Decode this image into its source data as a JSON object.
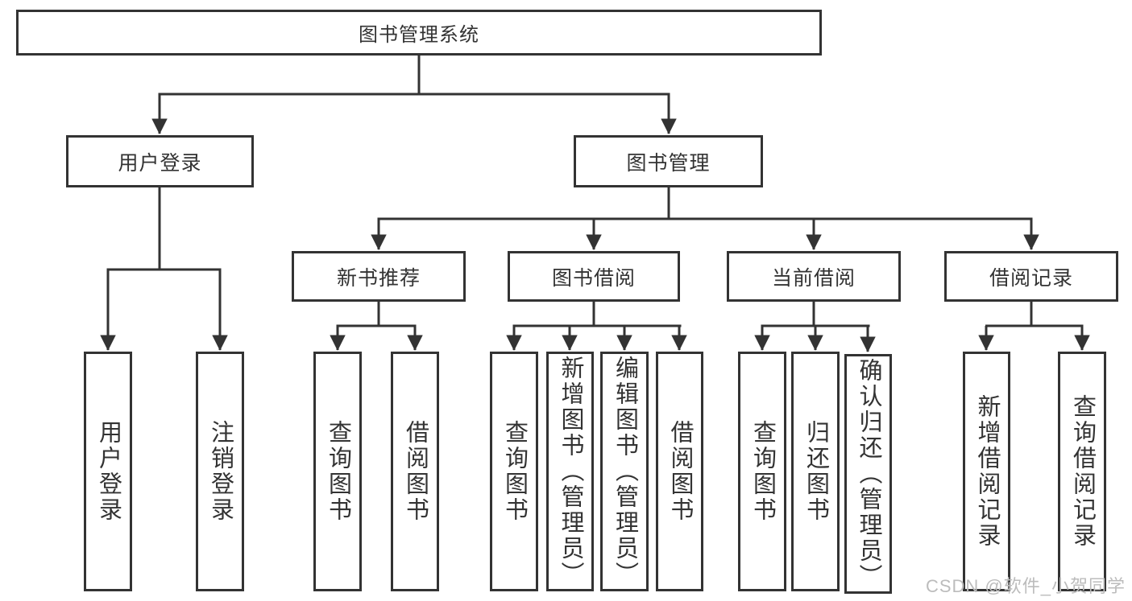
{
  "diagram": {
    "title": "图书管理系统",
    "tree": {
      "label": "图书管理系统",
      "children": [
        {
          "label": "用户登录",
          "children": [
            {
              "label": "用户登录"
            },
            {
              "label": "注销登录"
            }
          ]
        },
        {
          "label": "图书管理",
          "children": [
            {
              "label": "新书推荐",
              "children": [
                {
                  "label": "查询图书"
                },
                {
                  "label": "借阅图书"
                }
              ]
            },
            {
              "label": "图书借阅",
              "children": [
                {
                  "label": "查询图书"
                },
                {
                  "label": "新增图书（管理员）"
                },
                {
                  "label": "编辑图书（管理员）"
                },
                {
                  "label": "借阅图书"
                }
              ]
            },
            {
              "label": "当前借阅",
              "children": [
                {
                  "label": "查询图书"
                },
                {
                  "label": "归还图书"
                },
                {
                  "label": "确认归还（管理员）"
                }
              ]
            },
            {
              "label": "借阅记录",
              "children": [
                {
                  "label": "新增借阅记录"
                },
                {
                  "label": "查询借阅记录"
                }
              ]
            }
          ]
        }
      ]
    },
    "colors": {
      "line": "#333333",
      "text": "#333333",
      "background": "#ffffff",
      "watermark": "#bcbcbc"
    }
  },
  "watermark": {
    "text": "CSDN @软件_小贺同学"
  }
}
